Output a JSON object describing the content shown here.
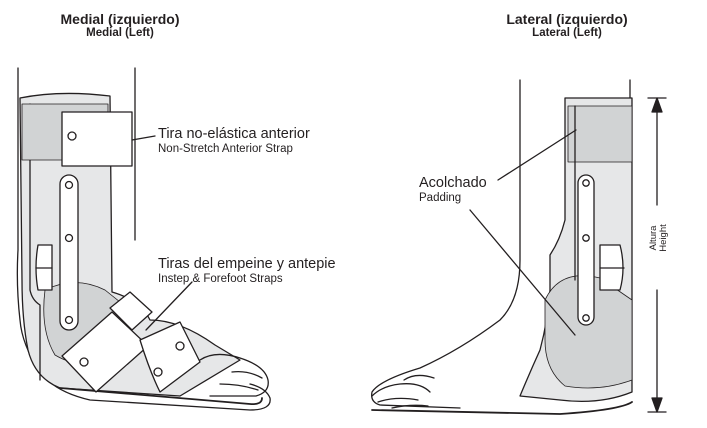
{
  "medial": {
    "title": "Medial (izquierdo)",
    "subtitle": "Medial (Left)"
  },
  "lateral": {
    "title": "Lateral (izquierdo)",
    "subtitle": "Lateral (Left)"
  },
  "callouts": {
    "anterior_strap": {
      "es": "Tira no-elástica anterior",
      "en": "Non-Stretch Anterior Strap"
    },
    "instep_straps": {
      "es": "Tiras del empeine y antepie",
      "en": "Instep & Forefoot Straps"
    },
    "padding": {
      "es": "Acolchado",
      "en": "Padding"
    },
    "height": {
      "es": "Altura",
      "en": "Height"
    }
  },
  "colors": {
    "line": "#231f20",
    "shell_fill": "#e6e7e8",
    "padding_fill": "#d1d3d4",
    "strap_fill": "#ffffff"
  }
}
